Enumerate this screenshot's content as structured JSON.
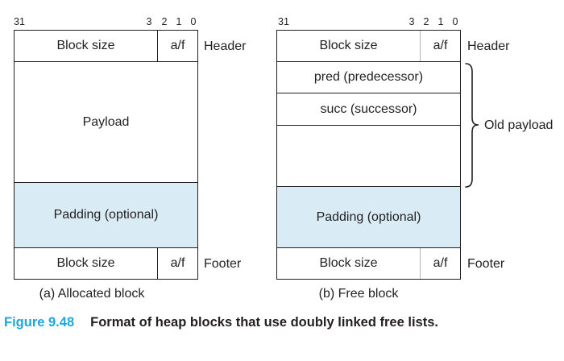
{
  "colors": {
    "line": "#231f20",
    "padding_fill": "#d9ecf5",
    "figure_number_accent": "#1ba7e0",
    "right_divider_gray": "#b3b3b3"
  },
  "diagram_a": {
    "bit_labels": [
      "31",
      "3",
      "2",
      "1",
      "0"
    ],
    "header": {
      "block_size": "Block size",
      "af": "a/f",
      "side_label": "Header"
    },
    "payload_label": "Payload",
    "padding_label": "Padding (optional)",
    "footer": {
      "block_size": "Block size",
      "af": "a/f",
      "side_label": "Footer"
    },
    "caption": "(a) Allocated block"
  },
  "diagram_b": {
    "bit_labels": [
      "31",
      "3",
      "2",
      "1",
      "0"
    ],
    "header": {
      "block_size": "Block size",
      "af": "a/f",
      "side_label": "Header"
    },
    "pred_label": "pred (predecessor)",
    "succ_label": "succ (successor)",
    "old_payload_label": "Old payload",
    "padding_label": "Padding (optional)",
    "footer": {
      "block_size": "Block size",
      "af": "a/f",
      "side_label": "Footer"
    },
    "caption": "(b) Free block"
  },
  "figure_caption": {
    "number": "Figure 9.48",
    "text": "Format of heap blocks that use doubly linked free lists."
  }
}
